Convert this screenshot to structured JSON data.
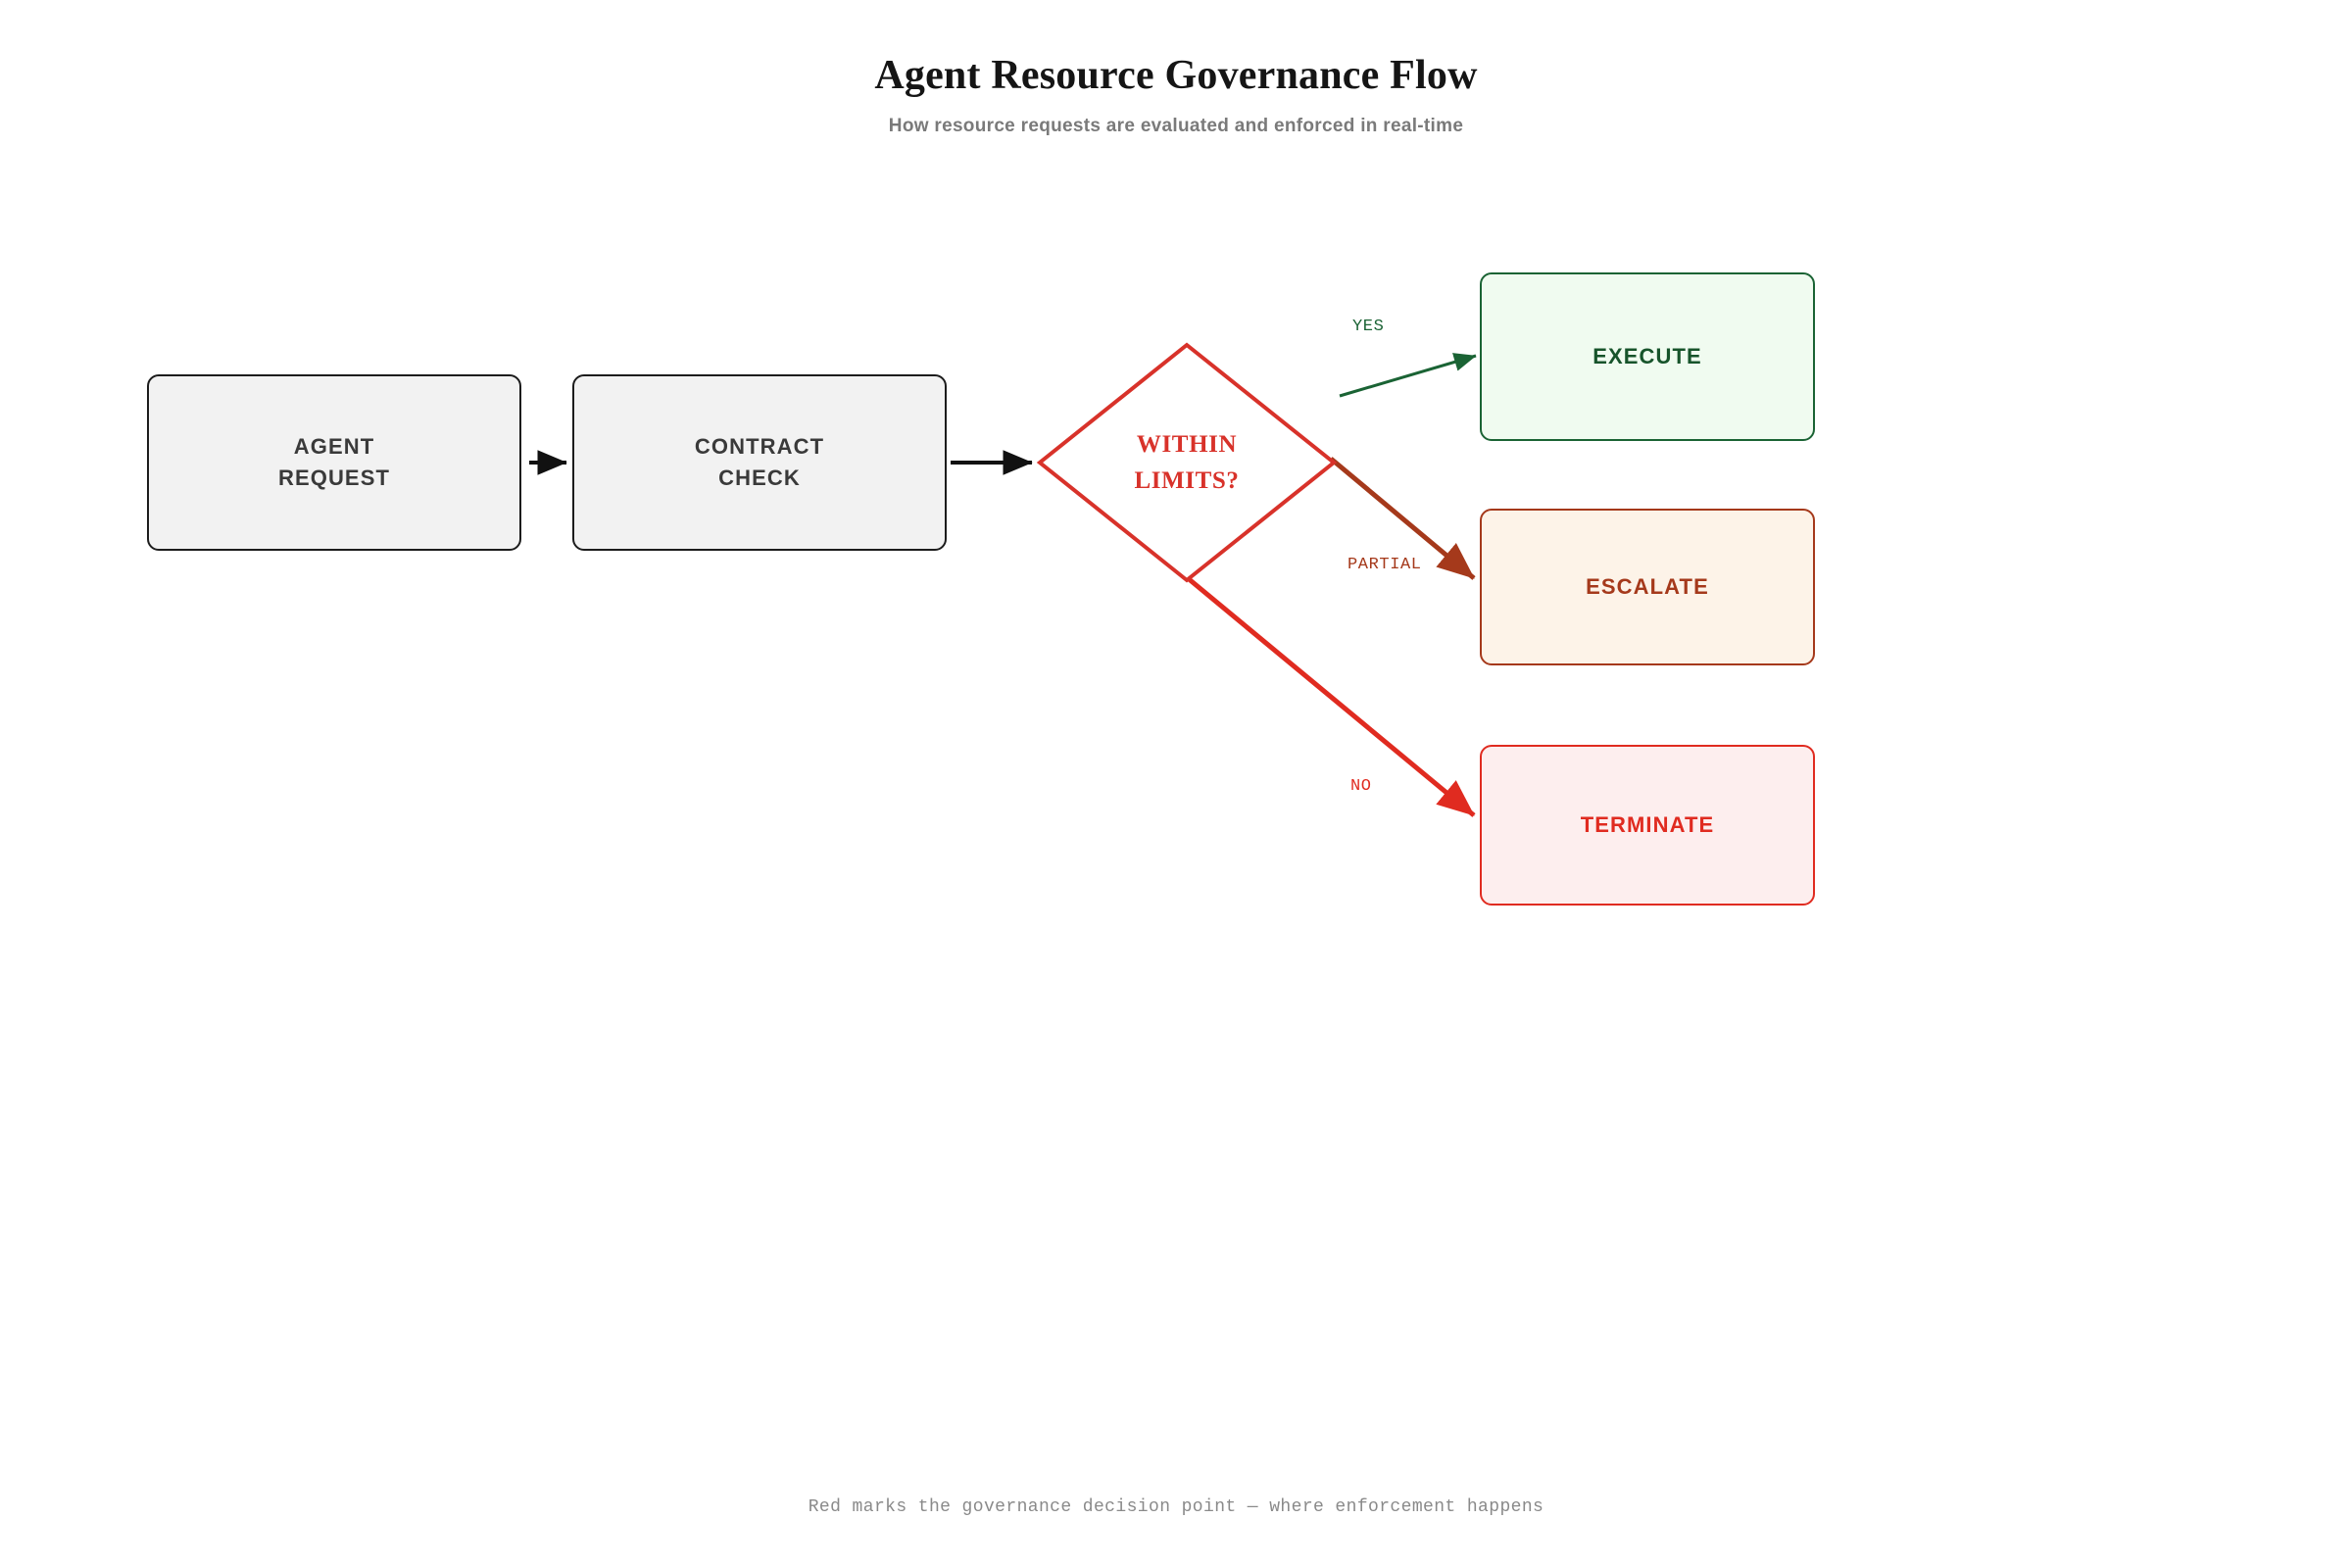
{
  "header": {
    "title": "Agent Resource Governance Flow",
    "subtitle": "How resource requests are evaluated and enforced in real-time"
  },
  "footer": {
    "note": "Red marks the governance decision point — where enforcement happens"
  },
  "colors": {
    "process_fill": "#f2f2f2",
    "process_stroke": "#1c1c1c",
    "process_text": "#3a3a3a",
    "decision_stroke": "#d8322a",
    "decision_text": "#d8322a",
    "execute_fill": "#f0fbf0",
    "execute_stroke": "#1a6334",
    "execute_text": "#17542b",
    "escalate_fill": "#fdf3e8",
    "escalate_stroke": "#a5391b",
    "escalate_text": "#a5391b",
    "terminate_fill": "#fdeeee",
    "terminate_stroke": "#e02b20",
    "terminate_text": "#e02b20",
    "edge_default": "#111111",
    "subtitle_text": "#7a7a7a",
    "footer_text": "#8a8a8a"
  },
  "nodes": {
    "agent_request": {
      "line1": "AGENT",
      "line2": "REQUEST",
      "shape": "rounded-rectangle"
    },
    "contract_check": {
      "line1": "CONTRACT",
      "line2": "CHECK",
      "shape": "rounded-rectangle"
    },
    "decision": {
      "line1": "WITHIN",
      "line2": "LIMITS?",
      "shape": "diamond"
    },
    "execute": {
      "label": "EXECUTE",
      "shape": "rounded-rectangle"
    },
    "escalate": {
      "label": "ESCALATE",
      "shape": "rounded-rectangle"
    },
    "terminate": {
      "label": "TERMINATE",
      "shape": "rounded-rectangle"
    }
  },
  "edges": {
    "request_to_check": {
      "label": "",
      "color": "#111111"
    },
    "check_to_decision": {
      "label": "",
      "color": "#111111"
    },
    "decision_to_execute": {
      "label": "YES",
      "color": "#1a6334"
    },
    "decision_to_escalate": {
      "label": "PARTIAL",
      "color": "#a5391b"
    },
    "decision_to_terminate": {
      "label": "NO",
      "color": "#e02b20"
    }
  }
}
